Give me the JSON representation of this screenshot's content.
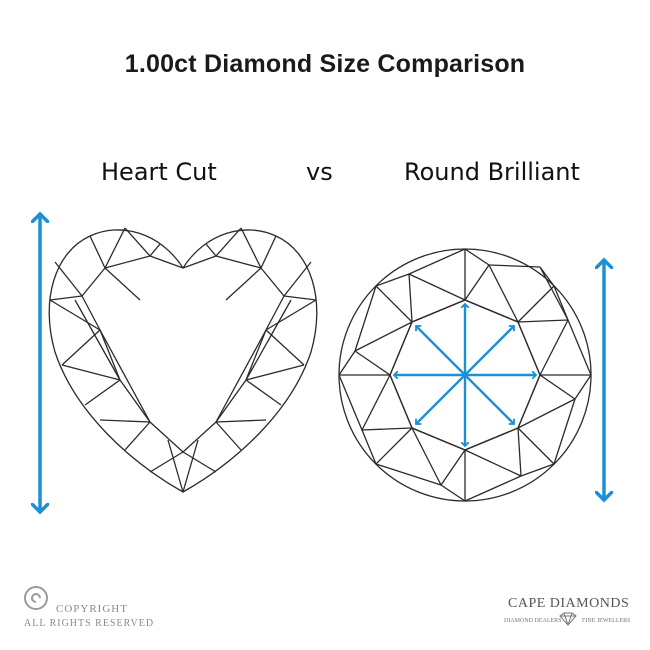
{
  "title": "1.00ct Diamond Size Comparison",
  "labels": {
    "left": "Heart Cut",
    "middle": "vs",
    "right": "Round Brilliant"
  },
  "copyright": {
    "line1": "COPYRIGHT",
    "line2": "ALL RIGHTS RESERVED"
  },
  "brand": {
    "name": "CAPE DIAMONDS",
    "tag_left": "DIAMOND DEALERS",
    "tag_right": "FINE JEWELLERS"
  },
  "colors": {
    "arrow": "#1d8fd6",
    "line": "#2b2b2b"
  },
  "icons": {
    "copyright": "copyright-icon",
    "brand_gem": "diamond-icon"
  }
}
